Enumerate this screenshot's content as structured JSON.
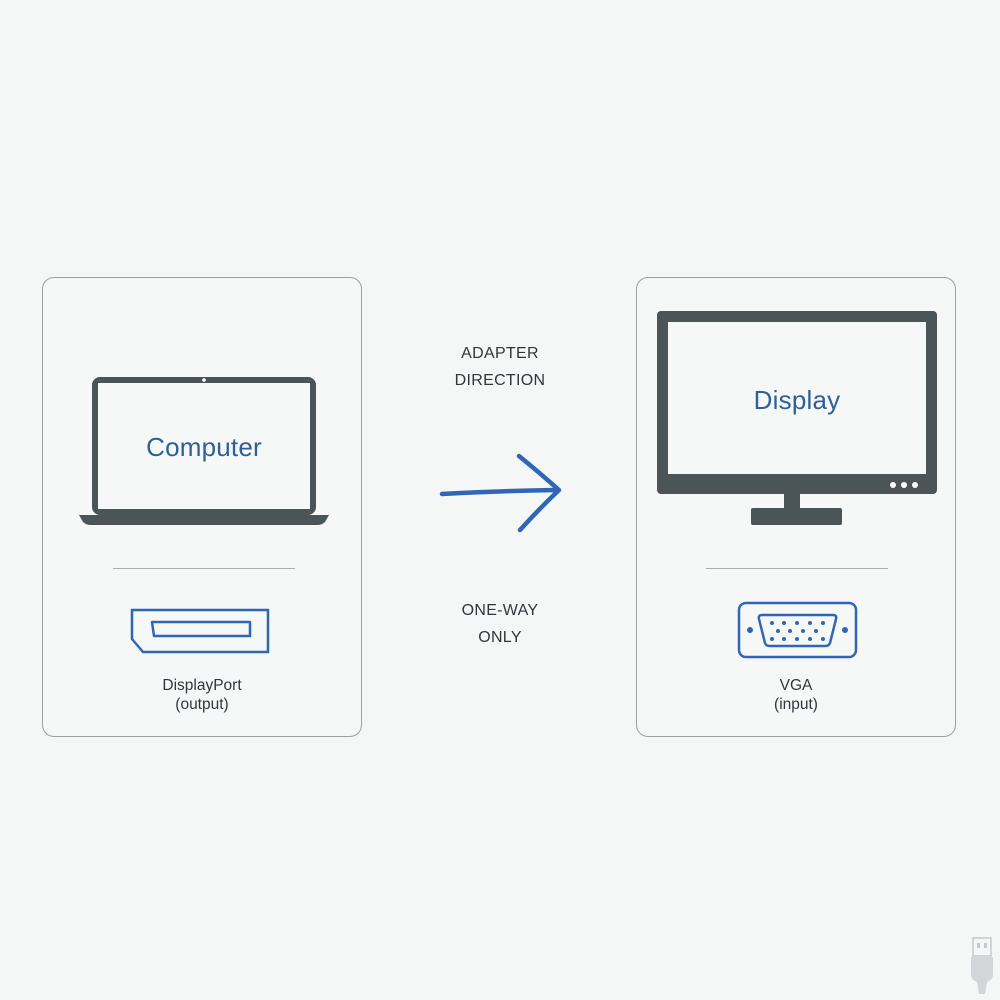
{
  "source": {
    "device_label": "Computer",
    "port_name": "DisplayPort",
    "port_role": "(output)"
  },
  "target": {
    "device_label": "Display",
    "port_name": "VGA",
    "port_role": "(input)"
  },
  "direction": {
    "label_line1": "ADAPTER",
    "label_line2": "DIRECTION",
    "note_line1": "ONE-WAY",
    "note_line2": "ONLY"
  },
  "colors": {
    "accent": "#2f67b6",
    "device": "#4b5557",
    "text": "#30373b",
    "background": "#f5f6f6"
  },
  "icons": {
    "source_device": "laptop-icon",
    "target_device": "monitor-icon",
    "source_port": "displayport-connector-icon",
    "target_port": "vga-connector-icon",
    "arrow": "arrow-right-icon",
    "watermark": "usb-plug-icon"
  }
}
